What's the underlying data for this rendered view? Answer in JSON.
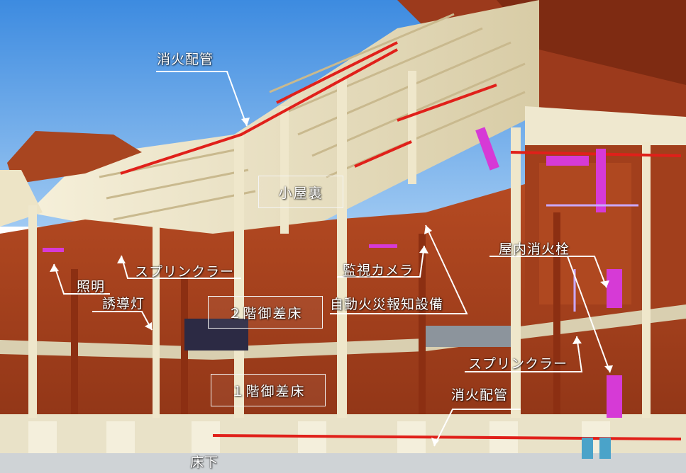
{
  "labels": {
    "fire_pipe_top": "消火配管",
    "sprinkler_left": "スプリンクラー",
    "lighting": "照明",
    "guide_light": "誘導灯",
    "surveillance_camera": "監視カメラ",
    "fire_alarm": "自動火災報知設備",
    "indoor_hydrant": "屋内消火栓",
    "sprinkler_right": "スプリンクラー",
    "fire_pipe_bottom": "消火配管",
    "underfloor": "床下"
  },
  "zones": {
    "attic": "小屋裏",
    "second_floor": "２階御差床",
    "first_floor": "１階御差床"
  },
  "colors": {
    "timber_red": "#a4401f",
    "light_timber": "#f1ead0",
    "fire_pipe": "#e0201a",
    "equipment_magenta": "#d63ad6",
    "sky": "#5a9fe6",
    "label_line": "#ffffff"
  }
}
